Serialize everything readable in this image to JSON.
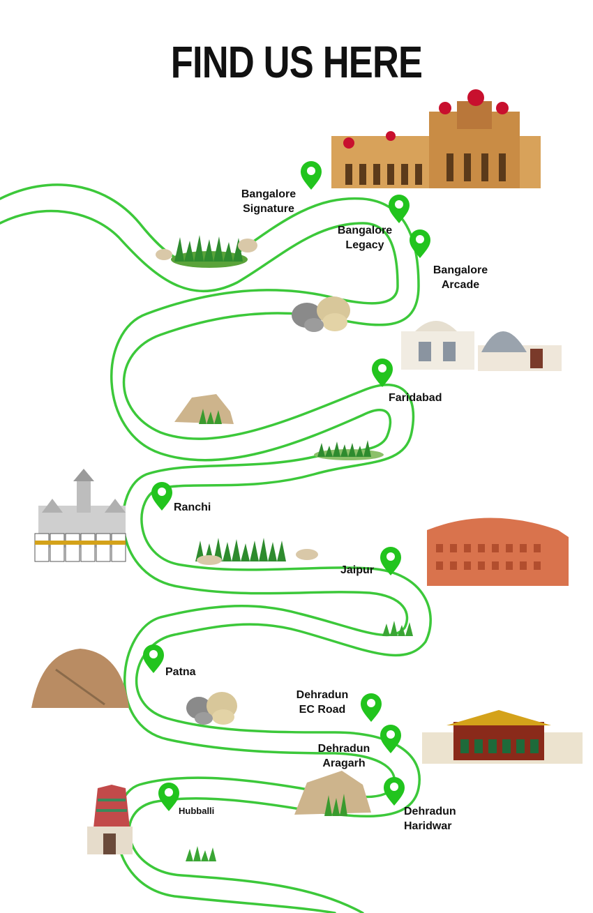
{
  "header": {
    "title": "FIND US HERE"
  },
  "colors": {
    "path_green": "#3cc83a",
    "pin_green": "#22c41e",
    "text": "#111111"
  },
  "locations": [
    {
      "id": "bangalore-signature",
      "label": "Bangalore\nSignature"
    },
    {
      "id": "bangalore-legacy",
      "label": "Bangalore\nLegacy"
    },
    {
      "id": "bangalore-arcade",
      "label": "Bangalore\nArcade"
    },
    {
      "id": "faridabad",
      "label": "Faridabad"
    },
    {
      "id": "ranchi",
      "label": "Ranchi"
    },
    {
      "id": "jaipur",
      "label": "Jaipur"
    },
    {
      "id": "patna",
      "label": "Patna"
    },
    {
      "id": "dehradun-ec-road",
      "label": "Dehradun\nEC Road"
    },
    {
      "id": "dehradun-aragarh",
      "label": "Dehradun\nAragarh"
    },
    {
      "id": "dehradun-haridwar",
      "label": "Dehradun\nHaridwar"
    },
    {
      "id": "hubballi",
      "label": "Hubballi"
    }
  ]
}
